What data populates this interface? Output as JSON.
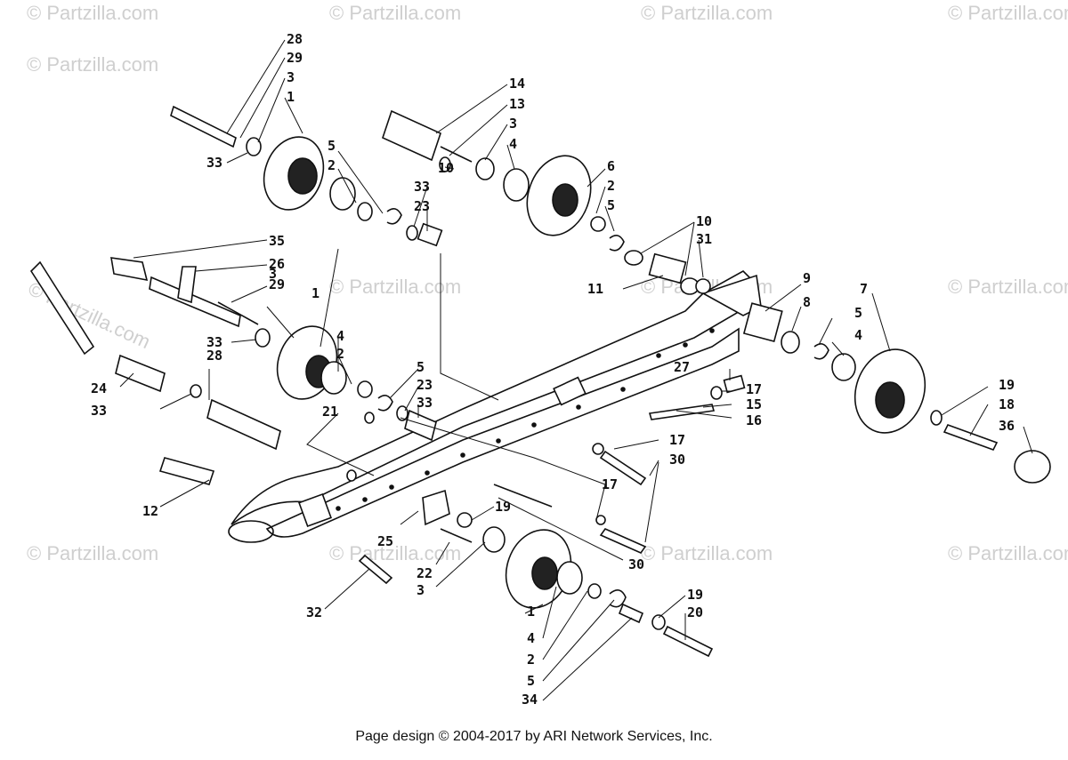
{
  "watermark": "© Partzilla.com",
  "footer": "Page design © 2004-2017 by ARI Network Services, Inc.",
  "callouts": [
    "28",
    "29",
    "3",
    "1",
    "33",
    "14",
    "13",
    "3",
    "4",
    "10",
    "5",
    "2",
    "33",
    "23",
    "6",
    "2",
    "5",
    "10",
    "31",
    "35",
    "26",
    "3",
    "29",
    "1",
    "33",
    "11",
    "9",
    "8",
    "7",
    "5",
    "4",
    "4",
    "2",
    "5",
    "23",
    "33",
    "27",
    "17",
    "15",
    "16",
    "19",
    "18",
    "36",
    "24",
    "28",
    "33",
    "21",
    "17",
    "30",
    "12",
    "19",
    "25",
    "22",
    "3",
    "30",
    "32",
    "1",
    "4",
    "2",
    "5",
    "34",
    "19",
    "20",
    "17"
  ]
}
